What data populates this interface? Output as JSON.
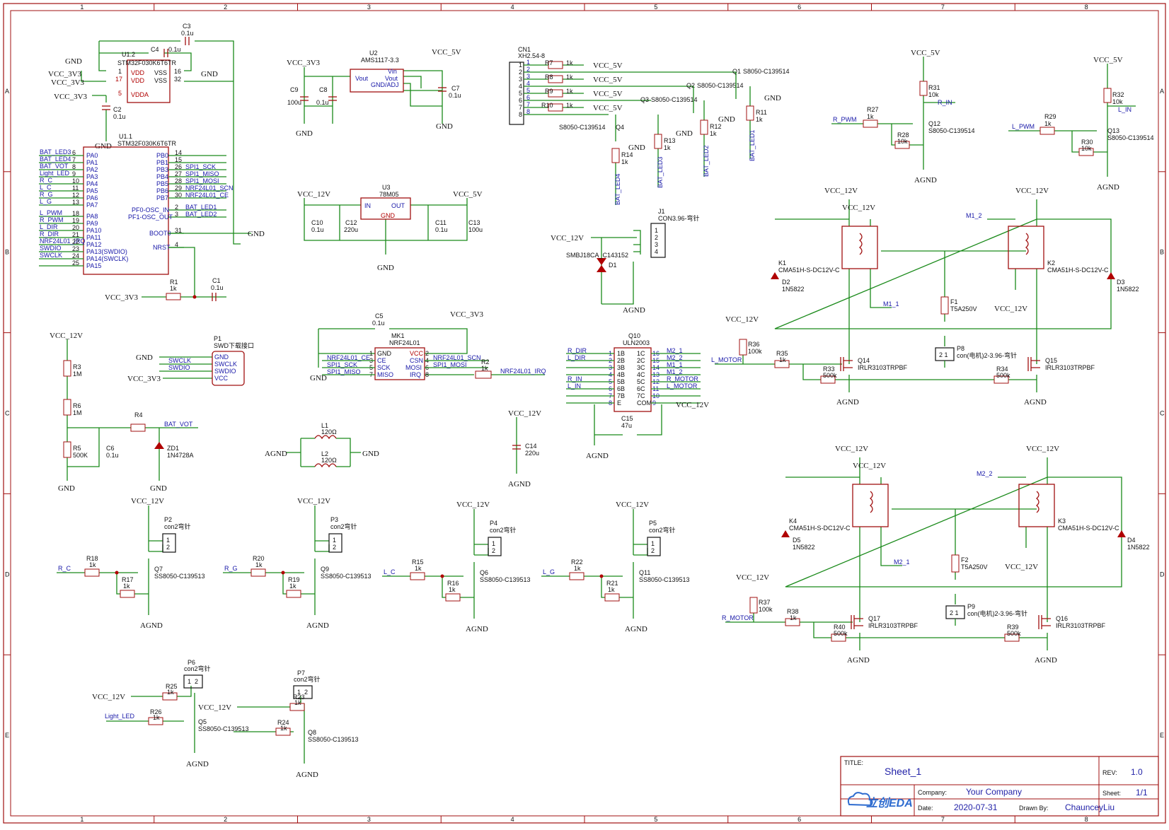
{
  "border": {
    "cols": [
      "1",
      "2",
      "3",
      "4",
      "5",
      "6",
      "7",
      "8"
    ],
    "rows": [
      "A",
      "B",
      "C",
      "D",
      "E"
    ]
  },
  "title_block": {
    "title_label": "TITLE:",
    "title": "Sheet_1",
    "rev_label": "REV:",
    "rev": "1.0",
    "company_label": "Company:",
    "company": "Your Company",
    "sheet_label": "Sheet:",
    "sheet": "1/1",
    "date_label": "Date:",
    "date": "2020-07-31",
    "drawn_label": "Drawn By:",
    "drawn_by": "ChaunceyLiu",
    "logo_text": "立创EDA"
  },
  "nets": {
    "gnd": "GND",
    "agnd": "AGND",
    "v3": "VCC_3V3",
    "v5": "VCC_5V",
    "v12": "VCC_12V"
  },
  "mcu": {
    "u12_ref": "U1.2",
    "u12_part": "STM32F030K6T6TR",
    "u12_left": [
      [
        "VDD",
        "1"
      ],
      [
        "VDD",
        "17"
      ],
      [
        "VDDA",
        "5"
      ]
    ],
    "u12_right": [
      [
        "VSS",
        "16"
      ],
      [
        "VSS",
        "32"
      ]
    ],
    "u11_ref": "U1.1",
    "u11_part": "STM32F030K6T6TR",
    "left": [
      [
        "BAT_LED3",
        "6",
        "PA0"
      ],
      [
        "BAT_LED4",
        "7",
        "PA1"
      ],
      [
        "BAT_VOT",
        "8",
        "PA2"
      ],
      [
        "Light_LED",
        "9",
        "PA3"
      ],
      [
        "R_C",
        "10",
        "PA4"
      ],
      [
        "L_C",
        "11",
        "PA5"
      ],
      [
        "R_G",
        "12",
        "PA6"
      ],
      [
        "L_G",
        "13",
        "PA7"
      ],
      [
        "L_PWM",
        "18",
        "PA8"
      ],
      [
        "R_PWM",
        "19",
        "PA9"
      ],
      [
        "L_DIR",
        "20",
        "PA10"
      ],
      [
        "R_DIR",
        "21",
        "PA11"
      ],
      [
        "NRF24L01_IRQ",
        "22",
        "PA12"
      ],
      [
        "SWDIO",
        "23",
        "PA13(SWDIO)"
      ],
      [
        "SWCLK",
        "24",
        "PA14(SWCLK)"
      ],
      [
        "",
        "25",
        "PA15"
      ]
    ],
    "right": [
      [
        "PB0",
        "14",
        ""
      ],
      [
        "PB1",
        "15",
        ""
      ],
      [
        "PB3",
        "26",
        "SPI1_SCK"
      ],
      [
        "PB4",
        "27",
        "SPI1_MISO"
      ],
      [
        "PB5",
        "28",
        "SPI1_MOSI"
      ],
      [
        "PB6",
        "29",
        "NRF24L01_SCN"
      ],
      [
        "PB7",
        "30",
        "NRF24L01_CE"
      ],
      [
        "PF0-OSC_IN",
        "2",
        "BAT_LED1"
      ],
      [
        "PF1-OSC_OUT",
        "3",
        "BAT_LED2"
      ],
      [
        "BOOT0",
        "31",
        ""
      ],
      [
        "NRST",
        "4",
        ""
      ]
    ]
  },
  "caps": {
    "c3": [
      "C3",
      "0.1u"
    ],
    "c4": [
      "C4",
      "0.1u"
    ],
    "c2": [
      "C2",
      "0.1u"
    ],
    "c1": [
      "C1",
      "0.1u"
    ],
    "c9": [
      "C9",
      "100u"
    ],
    "c8": [
      "C8",
      "0.1u"
    ],
    "c7": [
      "C7",
      "0.1u"
    ],
    "c10": [
      "C10",
      "0.1u"
    ],
    "c12": [
      "C12",
      "220u"
    ],
    "c11": [
      "C11",
      "0.1u"
    ],
    "c13": [
      "C13",
      "100u"
    ],
    "c5": [
      "C5",
      "0.1u"
    ],
    "c6": [
      "C6",
      "0.1u"
    ],
    "c14": [
      "C14",
      "220u"
    ],
    "c15": [
      "C15",
      "47u"
    ]
  },
  "res": {
    "r1": [
      "R1",
      "1k"
    ],
    "r2": [
      "R2",
      "1k"
    ],
    "r3": [
      "R3",
      "1M"
    ],
    "r4": [
      "R4",
      ""
    ],
    "r5": [
      "R5",
      "500K"
    ],
    "r6": [
      "R6",
      "1M"
    ],
    "r7": [
      "R7",
      "1k"
    ],
    "r8": [
      "R8",
      "1k"
    ],
    "r9": [
      "R9",
      "1k"
    ],
    "r10": [
      "R10",
      "1k"
    ],
    "r11": [
      "R11",
      "1k"
    ],
    "r12": [
      "R12",
      "1k"
    ],
    "r13": [
      "R13",
      "1k"
    ],
    "r14": [
      "R14",
      "1k"
    ],
    "r15": [
      "R15",
      "1k"
    ],
    "r16": [
      "R16",
      "1k"
    ],
    "r17": [
      "R17",
      "1k"
    ],
    "r18": [
      "R18",
      "1k"
    ],
    "r19": [
      "R19",
      "1k"
    ],
    "r20": [
      "R20",
      "1k"
    ],
    "r21": [
      "R21",
      "1k"
    ],
    "r22": [
      "R22",
      "1k"
    ],
    "r23": [
      "R23",
      "1k"
    ],
    "r24": [
      "R24",
      "1k"
    ],
    "r25": [
      "R25",
      "1k"
    ],
    "r26": [
      "R26",
      "1k"
    ],
    "r27": [
      "R27",
      "1k"
    ],
    "r28": [
      "R28",
      "10k"
    ],
    "r29": [
      "R29",
      "1k"
    ],
    "r30": [
      "R30",
      "10k"
    ],
    "r31": [
      "R31",
      "10k"
    ],
    "r32": [
      "R32",
      "10k"
    ],
    "r33": [
      "R33",
      "500k"
    ],
    "r34": [
      "R34",
      "500k"
    ],
    "r35": [
      "R35",
      "1k"
    ],
    "r36": [
      "R36",
      "100k"
    ],
    "r37": [
      "R37",
      "100k"
    ],
    "r38": [
      "R38",
      "1k"
    ],
    "r39": [
      "R39",
      "500k"
    ],
    "r40": [
      "R40",
      "500k"
    ]
  },
  "reg": {
    "u2_ref": "U2",
    "u2_part": "AMS1117-3.3",
    "u2_pins": [
      "Vin",
      "Vout",
      "GND/ADJ",
      "Vout"
    ],
    "u3_ref": "U3",
    "u3_part": "78M05",
    "u3_pins": [
      "IN",
      "OUT",
      "GND"
    ]
  },
  "conn": {
    "cn1_ref": "CN1",
    "cn1_part": "XH2.54-8",
    "cn1_pins": [
      "1",
      "2",
      "3",
      "4",
      "5",
      "6",
      "7",
      "8"
    ],
    "j1_ref": "J1",
    "j1_part": "CON3.96-弯针",
    "j1_pins": [
      "1",
      "2",
      "3",
      "4"
    ],
    "p1_ref": "P1",
    "p1_part": "SWD下载接口",
    "p1_pins": [
      "GND",
      "SWCLK",
      "SWDIO",
      "VCC"
    ],
    "p1_nets": [
      "SWCLK",
      "SWDIO"
    ],
    "p2": [
      "P2",
      "con2弯针"
    ],
    "p3": [
      "P3",
      "con2弯针"
    ],
    "p4": [
      "P4",
      "con2弯针"
    ],
    "p5": [
      "P5",
      "con2弯针"
    ],
    "p6": [
      "P6",
      "con2弯针"
    ],
    "p7": [
      "P7",
      "con2弯针"
    ],
    "p8": [
      "P8",
      "con(电机)2-3.96-弯针"
    ],
    "p9": [
      "P9",
      "con(电机)2-3.96-弯针"
    ]
  },
  "nrf": {
    "ref": "MK1",
    "part": "NRF24L01",
    "left": [
      [
        "GND",
        "1"
      ],
      [
        "CE",
        "3"
      ],
      [
        "SCK",
        "5"
      ],
      [
        "MISO",
        "7"
      ]
    ],
    "right": [
      [
        "VCC",
        "2"
      ],
      [
        "CSN",
        "4"
      ],
      [
        "MOSI",
        "6"
      ],
      [
        "IRQ",
        "8"
      ]
    ],
    "lnets": [
      "NRF24L01_CE",
      "SPI1_SCK",
      "SPI1_MISO"
    ],
    "rnets": [
      "NRF24L01_SCN",
      "SPI1_MOSI"
    ],
    "irq": "NRF24L01_IRQ"
  },
  "uln": {
    "ref": "Q10",
    "part": "ULN2003",
    "left": [
      [
        "1B",
        "1"
      ],
      [
        "2B",
        "2"
      ],
      [
        "3B",
        "3"
      ],
      [
        "4B",
        "4"
      ],
      [
        "5B",
        "5"
      ],
      [
        "6B",
        "6"
      ],
      [
        "7B",
        "7"
      ],
      [
        "E",
        "8"
      ]
    ],
    "right": [
      [
        "1C",
        "16"
      ],
      [
        "2C",
        "15"
      ],
      [
        "3C",
        "14"
      ],
      [
        "4C",
        "13"
      ],
      [
        "5C",
        "12"
      ],
      [
        "6C",
        "11"
      ],
      [
        "7C",
        "10"
      ],
      [
        "COM",
        "9"
      ]
    ],
    "lnets": [
      "R_DIR",
      "L_DIR",
      "",
      "",
      "R_IN",
      "L_IN",
      "",
      ""
    ],
    "rnets": [
      "M2_1",
      "M2_2",
      "M1_1",
      "M1_2",
      "R_MOTOR",
      "L_MOTOR",
      "",
      ""
    ]
  },
  "inductors": {
    "l1": [
      "L1",
      "120Ω"
    ],
    "l2": [
      "L2",
      "120Ω"
    ]
  },
  "diodes": {
    "d1": [
      "D1",
      "SMBJ18CA_C143152"
    ],
    "zd1": [
      "ZD1",
      "1N4728A"
    ],
    "d2": [
      "D2",
      "1N5822"
    ],
    "d3": [
      "D3",
      "1N5822"
    ],
    "d4": [
      "D4",
      "1N5822"
    ],
    "d5": [
      "D5",
      "1N5822"
    ]
  },
  "trans": {
    "q1": [
      "Q1",
      "S8050-C139514"
    ],
    "q2": [
      "Q2",
      "S8050-C139514"
    ],
    "q3": [
      "Q3",
      "S8050-C139514"
    ],
    "q4": [
      "Q4",
      "S8050-C139514"
    ],
    "q5": [
      "Q5",
      "SS8050-C139513"
    ],
    "q6": [
      "Q6",
      "SS8050-C139513"
    ],
    "q7": [
      "Q7",
      "SS8050-C139513"
    ],
    "q8": [
      "Q8",
      "SS8050-C139513"
    ],
    "q9": [
      "Q9",
      "SS8050-C139513"
    ],
    "q11": [
      "Q11",
      "SS8050-C139513"
    ],
    "q12": [
      "Q12",
      "S8050-C139514"
    ],
    "q13": [
      "Q13",
      "S8050-C139514"
    ],
    "q14": [
      "Q14",
      "IRLR3103TRPBF"
    ],
    "q15": [
      "Q15",
      "IRLR3103TRPBF"
    ],
    "q16": [
      "Q16",
      "IRLR3103TRPBF"
    ],
    "q17": [
      "Q17",
      "IRLR3103TRPBF"
    ]
  },
  "relays": {
    "k1": [
      "K1",
      "CMA51H-S-DC12V-C"
    ],
    "k2": [
      "K2",
      "CMA51H-S-DC12V-C"
    ],
    "k3": [
      "K3",
      "CMA51H-S-DC12V-C"
    ],
    "k4": [
      "K4",
      "CMA51H-S-DC12V-C"
    ]
  },
  "fuses": {
    "f1": [
      "F1",
      "T5A250V"
    ],
    "f2": [
      "F2",
      "T5A250V"
    ]
  },
  "netlabels": {
    "bat_led1": "BAT_LED1",
    "bat_led2": "BAT_LED2",
    "bat_led3": "BAT_LED3",
    "bat_led4": "BAT_LED4",
    "bat_vot": "BAT_VOT",
    "r_in": "R_IN",
    "l_in": "L_IN",
    "r_pwm": "R_PWM",
    "l_pwm": "L_PWM",
    "m1_1": "M1_1",
    "m1_2": "M1_2",
    "m2_1": "M2_1",
    "m2_2": "M2_2",
    "l_motor": "L_MOTOR",
    "r_motor": "R_MOTOR",
    "r_c": "R_C",
    "r_g": "R_G",
    "l_c": "L_C",
    "l_g": "L_G",
    "light_led": "Light_LED"
  },
  "colors": {
    "wire": "#1a8a1a",
    "part": "#a01010",
    "label": "#1818a8",
    "frame": "#a01010"
  }
}
